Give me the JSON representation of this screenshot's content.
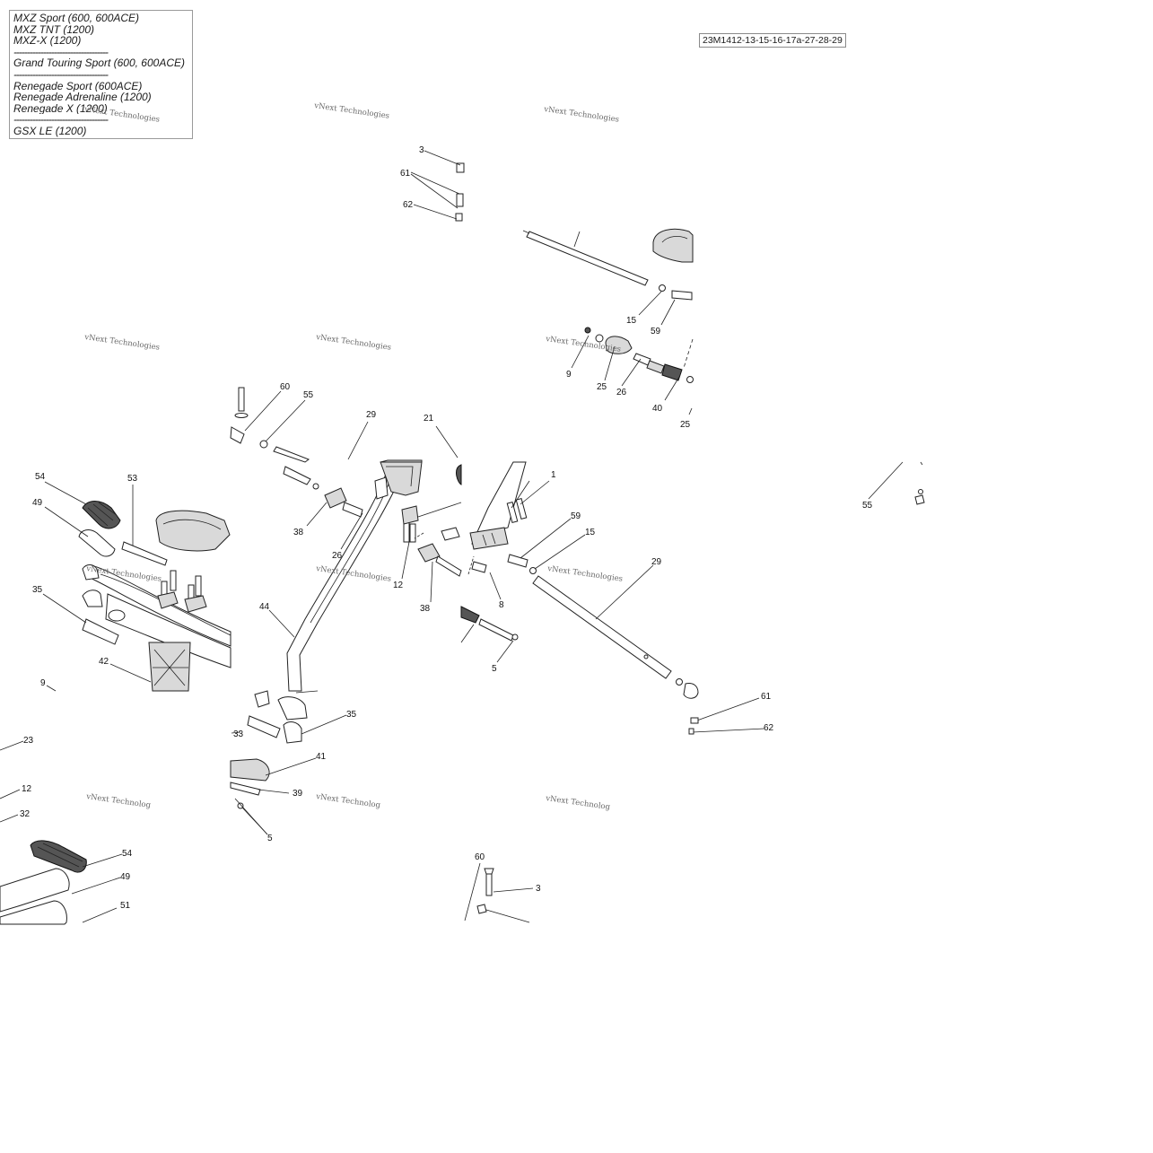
{
  "models": [
    "MXZ Sport (600, 600ACE)",
    "MXZ TNT (1200)",
    "MXZ-X (1200)",
    "-----------------------------------",
    "Grand Touring Sport (600, 600ACE)",
    "-----------------------------------",
    "Renegade Sport (600ACE)",
    "Renegade Adrenaline (1200)",
    "Renegade X (1200)",
    "-----------------------------------",
    "GSX LE (1200)"
  ],
  "reference_code": "23M1412-13-15-16-17a-27-28-29",
  "watermark_text": "vNext Technologies",
  "watermark_partial": "vNext Technolog",
  "part_labels": [
    {
      "id": "lbl-3-top",
      "text": "3"
    },
    {
      "id": "lbl-61-top",
      "text": "61"
    },
    {
      "id": "lbl-62-top",
      "text": "62"
    },
    {
      "id": "lbl-15-top",
      "text": "15"
    },
    {
      "id": "lbl-59-top",
      "text": "59"
    },
    {
      "id": "lbl-9-mid",
      "text": "9"
    },
    {
      "id": "lbl-25-mid",
      "text": "25"
    },
    {
      "id": "lbl-26-mid",
      "text": "26"
    },
    {
      "id": "lbl-40",
      "text": "40"
    },
    {
      "id": "lbl-25-right",
      "text": "25"
    },
    {
      "id": "lbl-60-mid",
      "text": "60"
    },
    {
      "id": "lbl-55-mid",
      "text": "55"
    },
    {
      "id": "lbl-29-mid",
      "text": "29"
    },
    {
      "id": "lbl-21",
      "text": "21"
    },
    {
      "id": "lbl-1",
      "text": "1"
    },
    {
      "id": "lbl-54-left",
      "text": "54"
    },
    {
      "id": "lbl-53",
      "text": "53"
    },
    {
      "id": "lbl-49-left",
      "text": "49"
    },
    {
      "id": "lbl-38-left",
      "text": "38"
    },
    {
      "id": "lbl-26-left",
      "text": "26"
    },
    {
      "id": "lbl-59-right",
      "text": "59"
    },
    {
      "id": "lbl-15-right",
      "text": "15"
    },
    {
      "id": "lbl-29-right",
      "text": "29"
    },
    {
      "id": "lbl-35-left",
      "text": "35"
    },
    {
      "id": "lbl-12-mid",
      "text": "12"
    },
    {
      "id": "lbl-8",
      "text": "8"
    },
    {
      "id": "lbl-38-mid",
      "text": "38"
    },
    {
      "id": "lbl-44",
      "text": "44"
    },
    {
      "id": "lbl-42",
      "text": "42"
    },
    {
      "id": "lbl-5-mid",
      "text": "5"
    },
    {
      "id": "lbl-9-left",
      "text": "9"
    },
    {
      "id": "lbl-61-right",
      "text": "61"
    },
    {
      "id": "lbl-35-mid",
      "text": "35"
    },
    {
      "id": "lbl-33",
      "text": "33"
    },
    {
      "id": "lbl-62-right",
      "text": "62"
    },
    {
      "id": "lbl-23",
      "text": "23"
    },
    {
      "id": "lbl-41",
      "text": "41"
    },
    {
      "id": "lbl-12-left",
      "text": "12"
    },
    {
      "id": "lbl-39",
      "text": "39"
    },
    {
      "id": "lbl-32",
      "text": "32"
    },
    {
      "id": "lbl-5-bottom",
      "text": "5"
    },
    {
      "id": "lbl-54-bottom",
      "text": "54"
    },
    {
      "id": "lbl-60-bottom",
      "text": "60"
    },
    {
      "id": "lbl-49-bottom",
      "text": "49"
    },
    {
      "id": "lbl-3-bottom",
      "text": "3"
    },
    {
      "id": "lbl-51",
      "text": "51"
    },
    {
      "id": "lbl-55-far",
      "text": "55"
    }
  ]
}
